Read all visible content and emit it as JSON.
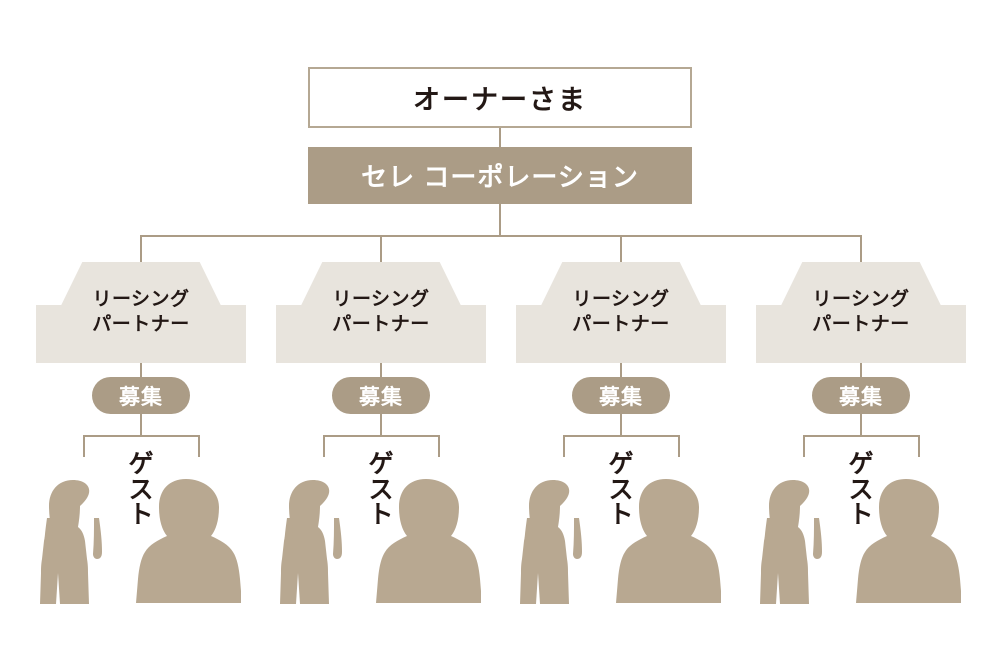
{
  "diagram": {
    "title_box": {
      "label": "オーナーさま"
    },
    "company_box": {
      "label": "セレ  コーポレーション"
    },
    "colors": {
      "line": "#ab9c86",
      "company_fill": "#ab9c86",
      "house_fill": "#e8e4dd",
      "pill_fill": "#ab9c86",
      "person_fill": "#b8a891",
      "text_dark": "#231815",
      "text_light": "#ffffff",
      "owner_border": "#b5a893",
      "background": "#ffffff"
    },
    "branches": [
      {
        "partner_line1": "リーシング",
        "partner_line2": "パートナー",
        "pill_label": "募集",
        "guest_label": "ゲスト",
        "guest_chars": [
          "ゲ",
          "ス",
          "ト"
        ]
      },
      {
        "partner_line1": "リーシング",
        "partner_line2": "パートナー",
        "pill_label": "募集",
        "guest_label": "ゲスト",
        "guest_chars": [
          "ゲ",
          "ス",
          "ト"
        ]
      },
      {
        "partner_line1": "リーシング",
        "partner_line2": "パートナー",
        "pill_label": "募集",
        "guest_label": "ゲスト",
        "guest_chars": [
          "ゲ",
          "ス",
          "ト"
        ]
      },
      {
        "partner_line1": "リーシング",
        "partner_line2": "パートナー",
        "pill_label": "募集",
        "guest_label": "ゲスト",
        "guest_chars": [
          "ゲ",
          "ス",
          "ト"
        ]
      }
    ]
  }
}
